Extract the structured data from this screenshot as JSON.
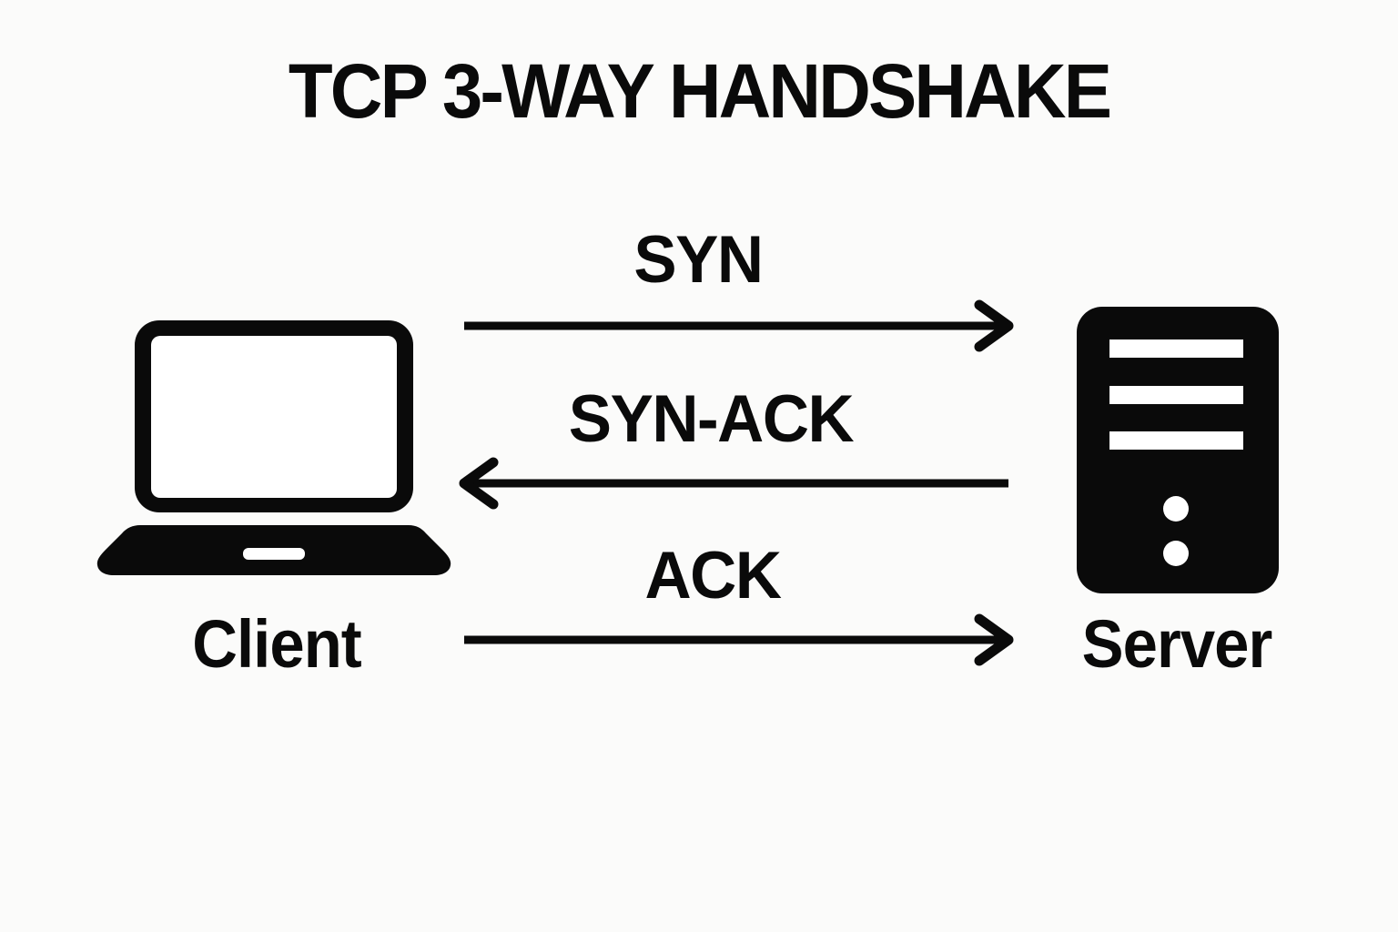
{
  "header": {
    "title": "TCP 3-WAY HANDSHAKE"
  },
  "nodes": {
    "client": {
      "label": "Client",
      "icon": "laptop-icon"
    },
    "server": {
      "label": "Server",
      "icon": "server-tower-icon"
    }
  },
  "messages": [
    {
      "step": 1,
      "label": "SYN",
      "from": "client",
      "to": "server",
      "direction": "right"
    },
    {
      "step": 2,
      "label": "SYN-ACK",
      "from": "server",
      "to": "client",
      "direction": "left"
    },
    {
      "step": 3,
      "label": "ACK",
      "from": "client",
      "to": "server",
      "direction": "right"
    }
  ],
  "colors": {
    "foreground": "#0a0a0a",
    "background": "#fbfbfa",
    "screen_fill": "#ffffff"
  }
}
